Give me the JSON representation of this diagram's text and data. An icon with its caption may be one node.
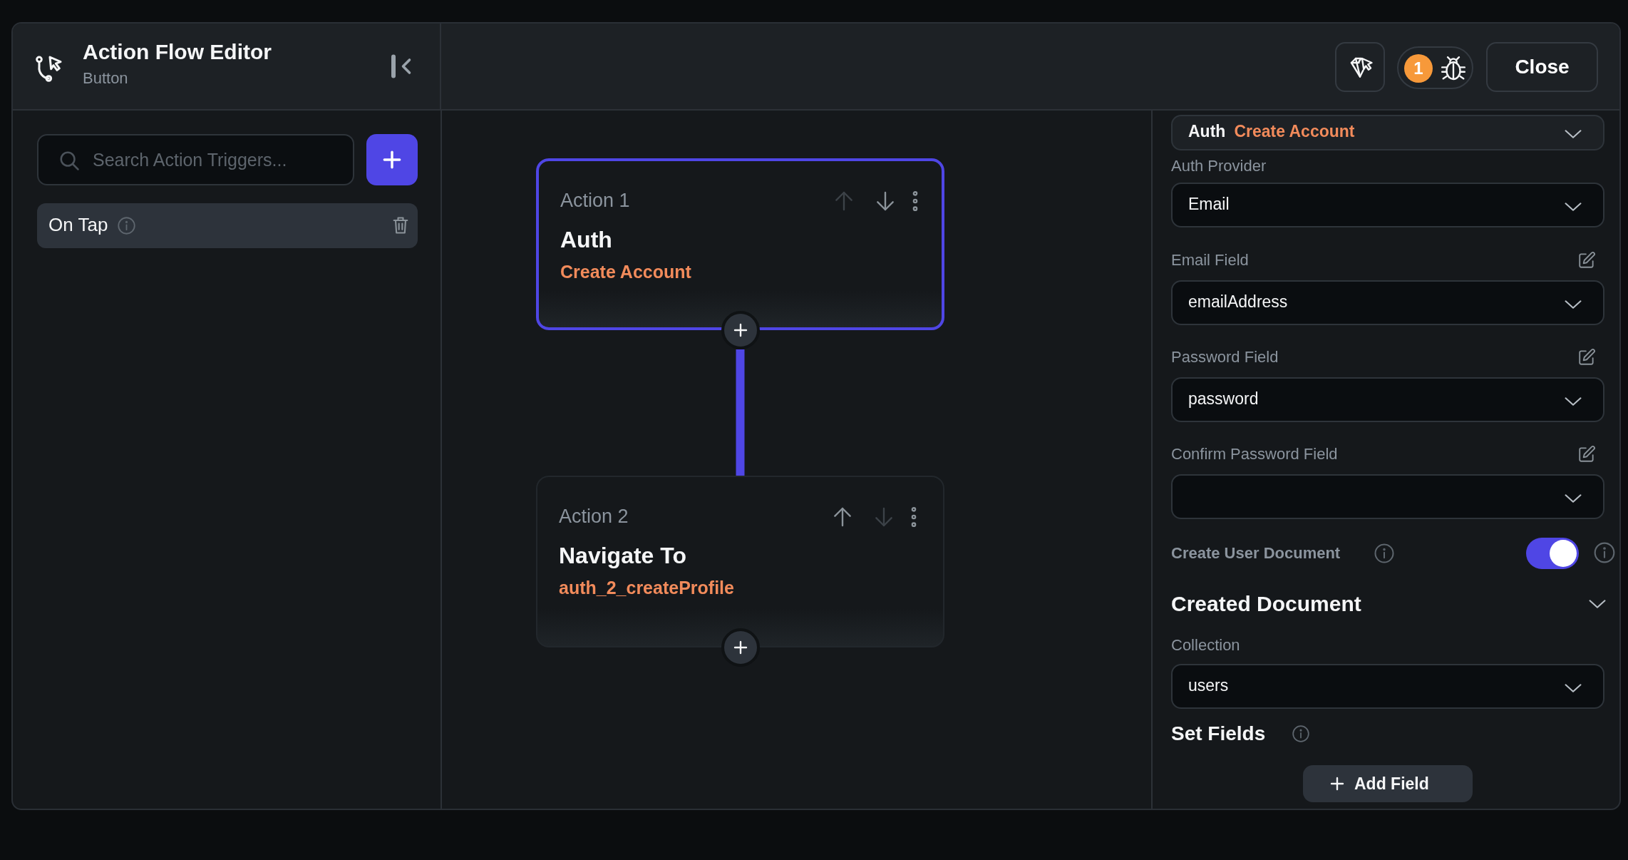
{
  "diagram": {
    "nodes": [
      {
        "text": [
          "Action 1",
          "Auth",
          "Create Account"
        ]
      },
      {
        "text": [
          "Action 2",
          "Navigate To",
          "auth_2_createProfile"
        ]
      }
    ],
    "edges": [
      {
        "from": 0,
        "to": 1,
        "arrow": "none"
      }
    ],
    "labels": [
      "Action Flow Editor",
      "Button",
      "Search Action Triggers...",
      "On Tap",
      "1",
      "Close",
      "Auth",
      "Create Account",
      "Auth Provider",
      "Email",
      "Email Field",
      "emailAddress",
      "Password Field",
      "password",
      "Confirm Password Field",
      "Create User Document",
      "Created Document",
      "Collection",
      "users",
      "Set Fields",
      "Add Field"
    ]
  }
}
